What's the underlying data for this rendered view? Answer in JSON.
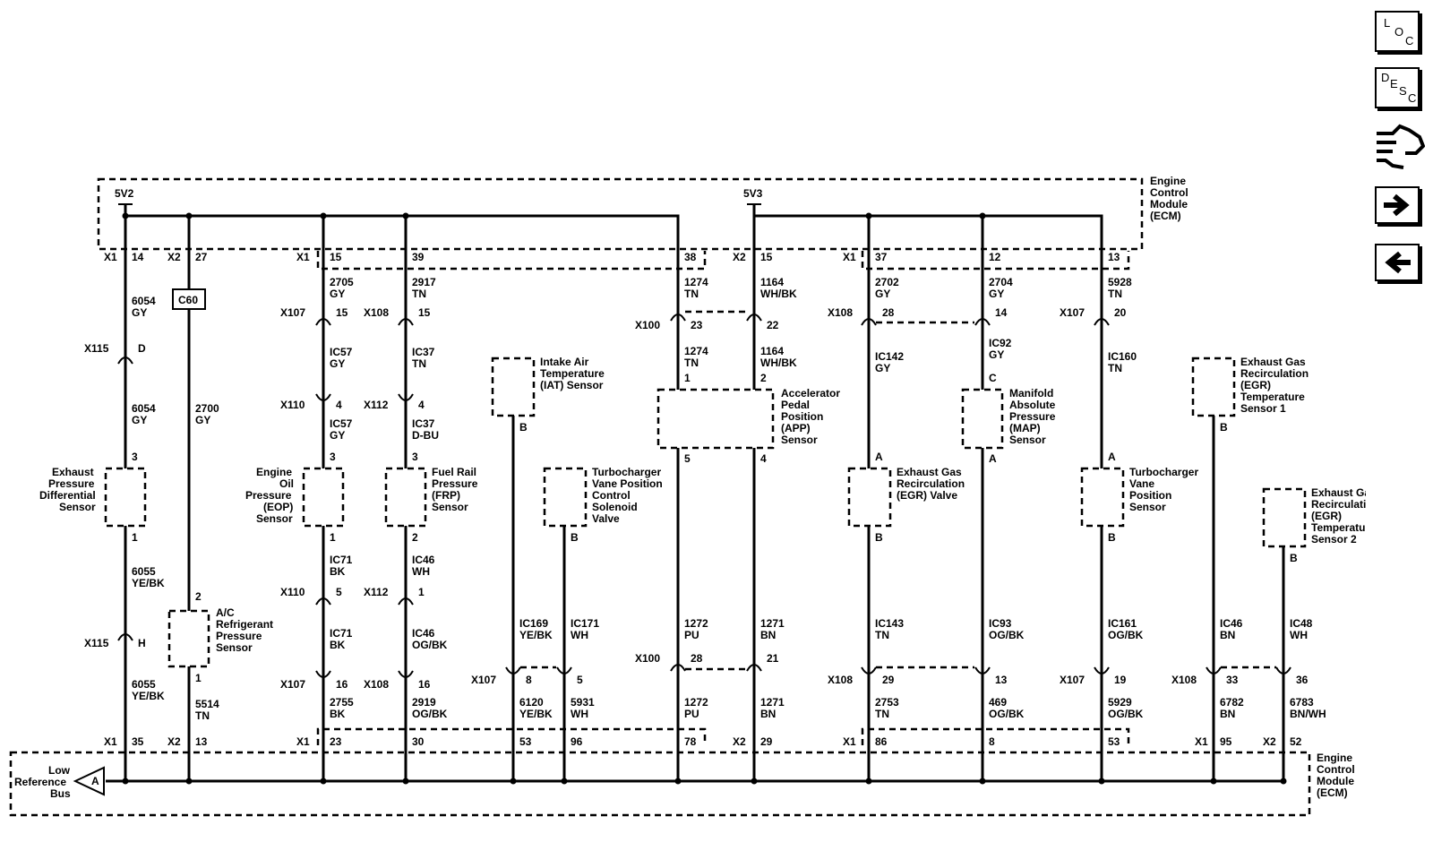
{
  "nav": {
    "loc": [
      "L",
      "O",
      "C"
    ],
    "desc": [
      "D",
      "E",
      "S",
      "C"
    ]
  },
  "ecm_label": [
    "Engine",
    "Control",
    "Module",
    "(ECM)"
  ],
  "rails": {
    "v2": "5V2",
    "v3": "5V3"
  },
  "connectors": {
    "x1": "X1",
    "x2": "X2",
    "x100": "X100",
    "x107": "X107",
    "x108": "X108",
    "x110": "X110",
    "x112": "X112",
    "x115": "X115",
    "c60": "C60"
  },
  "ground": {
    "label": [
      "Low",
      "Reference",
      "Bus"
    ],
    "ref": "A"
  },
  "top_pins": [
    "14",
    "27",
    "15",
    "39",
    "38",
    "15",
    "37",
    "12",
    "13"
  ],
  "bottom_pins": [
    "35",
    "13",
    "23",
    "30",
    "53",
    "96",
    "78",
    "29",
    "86",
    "8",
    "53",
    "95",
    "52"
  ],
  "wires": {
    "c1_a": [
      "6054",
      "GY"
    ],
    "c1_b": [
      "6054",
      "GY"
    ],
    "c1_c": [
      "6055",
      "YE/BK"
    ],
    "c1_d": [
      "6055",
      "YE/BK"
    ],
    "c2_a": [
      "2700",
      "GY"
    ],
    "c2_b": [
      "5514",
      "TN"
    ],
    "c3_a": [
      "2705",
      "GY"
    ],
    "c3_b": [
      "IC57",
      "GY"
    ],
    "c3_c": [
      "IC57",
      "GY"
    ],
    "c3_d": [
      "IC71",
      "BK"
    ],
    "c3_e": [
      "IC71",
      "BK"
    ],
    "c3_f": [
      "2755",
      "BK"
    ],
    "c4_a": [
      "2917",
      "TN"
    ],
    "c4_b": [
      "IC37",
      "TN"
    ],
    "c4_c": [
      "IC37",
      "D-BU"
    ],
    "c4_d": [
      "IC46",
      "WH"
    ],
    "c4_e": [
      "IC46",
      "OG/BK"
    ],
    "c4_f": [
      "2919",
      "OG/BK"
    ],
    "c5_a": [
      "IC169",
      "YE/BK"
    ],
    "c5_b": [
      "6120",
      "YE/BK"
    ],
    "c6_a": [
      "IC171",
      "WH"
    ],
    "c6_b": [
      "5931",
      "WH"
    ],
    "c7_a": [
      "1274",
      "TN"
    ],
    "c7_b": [
      "1274",
      "TN"
    ],
    "c7_c": [
      "1272",
      "PU"
    ],
    "c7_d": [
      "1272",
      "PU"
    ],
    "c8_a": [
      "1164",
      "WH/BK"
    ],
    "c8_b": [
      "1164",
      "WH/BK"
    ],
    "c8_c": [
      "1271",
      "BN"
    ],
    "c8_d": [
      "1271",
      "BN"
    ],
    "c9_a": [
      "2702",
      "GY"
    ],
    "c9_b": [
      "IC142",
      "GY"
    ],
    "c9_c": [
      "IC143",
      "TN"
    ],
    "c9_d": [
      "2753",
      "TN"
    ],
    "c10_a": [
      "2704",
      "GY"
    ],
    "c10_b": [
      "IC92",
      "GY"
    ],
    "c10_c": [
      "IC93",
      "OG/BK"
    ],
    "c10_d": [
      "469",
      "OG/BK"
    ],
    "c11_a": [
      "5928",
      "TN"
    ],
    "c11_b": [
      "IC160",
      "TN"
    ],
    "c11_c": [
      "IC161",
      "OG/BK"
    ],
    "c11_d": [
      "5929",
      "OG/BK"
    ],
    "c12_a": [
      "IC46",
      "BN"
    ],
    "c12_b": [
      "6782",
      "BN"
    ],
    "c13_a": [
      "IC48",
      "WH"
    ],
    "c13_b": [
      "6783",
      "BN/WH"
    ]
  },
  "inline_pins": {
    "x115_d": "D",
    "x115_h": "H",
    "x107_15": "15",
    "x108_15": "15",
    "x100_23": "23",
    "x100_22": "22",
    "x108_28": "28",
    "x108_14": "14",
    "x107_20": "20",
    "x110_4": "4",
    "x112_4": "4",
    "x110_5": "5",
    "x112_1": "1",
    "x107_16": "16",
    "x108_16": "16",
    "x107_8": "8",
    "x107_5": "5",
    "x100_28": "28",
    "x100_21": "21",
    "x108_29": "29",
    "x108_13": "13",
    "x107_19": "19",
    "x108_33": "33",
    "x108_36": "36"
  },
  "components": {
    "epd": {
      "label": [
        "Exhaust",
        "Pressure",
        "Differential",
        "Sensor"
      ],
      "top": "3",
      "bottom": "1"
    },
    "ac": {
      "label": [
        "A/C",
        "Refrigerant",
        "Pressure",
        "Sensor"
      ],
      "top": "2",
      "bottom": "1"
    },
    "eop": {
      "label": [
        "Engine",
        "Oil",
        "Pressure",
        "(EOP)",
        "Sensor"
      ],
      "top": "3",
      "bottom": "1"
    },
    "frp": {
      "label": [
        "Fuel Rail",
        "Pressure",
        "(FRP)",
        "Sensor"
      ],
      "top": "3",
      "bottom": "2"
    },
    "iat": {
      "label": [
        "Intake Air",
        "Temperature",
        "(IAT) Sensor"
      ],
      "bottom": "B"
    },
    "tvpc": {
      "label": [
        "Turbocharger",
        "Vane Position",
        "Control",
        "Solenoid",
        "Valve"
      ],
      "bottom": "B"
    },
    "app": {
      "label": [
        "Accelerator",
        "Pedal",
        "Position",
        "(APP)",
        "Sensor"
      ],
      "p1": "1",
      "p2": "2",
      "p5": "5",
      "p4": "4"
    },
    "egr": {
      "label": [
        "Exhaust Gas",
        "Recirculation",
        "(EGR) Valve"
      ],
      "top": "A",
      "bottom": "B"
    },
    "map": {
      "label": [
        "Manifold",
        "Absolute",
        "Pressure",
        "(MAP)",
        "Sensor"
      ],
      "top": "C",
      "bottom": "A"
    },
    "tvp": {
      "label": [
        "Turbocharger",
        "Vane",
        "Position",
        "Sensor"
      ],
      "top": "A",
      "bottom": "B"
    },
    "egrt1": {
      "label": [
        "Exhaust Gas",
        "Recirculation",
        "(EGR)",
        "Temperature",
        "Sensor 1"
      ],
      "bottom": "B"
    },
    "egrt2": {
      "label": [
        "Exhaust Gas",
        "Recirculation",
        "(EGR)",
        "Temperature",
        "Sensor 2"
      ],
      "bottom": "B"
    }
  }
}
